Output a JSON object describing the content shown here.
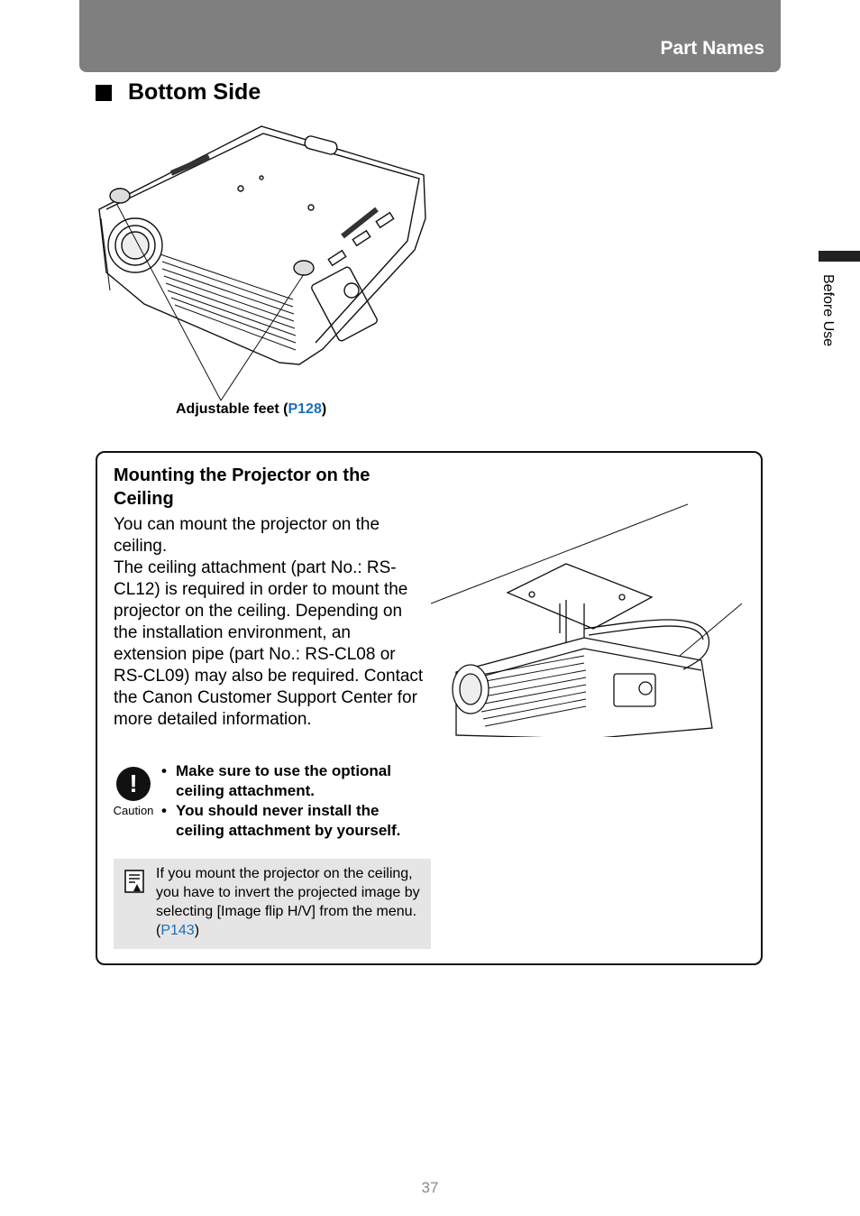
{
  "header": {
    "section_title": "Part Names"
  },
  "side_tab": {
    "label": "Before Use"
  },
  "section": {
    "heading": "Bottom Side",
    "caption_text": "Adjustable feet (",
    "caption_link": "P128",
    "caption_close": ")"
  },
  "note": {
    "title": "Mounting the Projector on the Ceiling",
    "body": "You can mount the projector on the ceiling.\nThe ceiling attachment (part No.: RS-CL12) is required in order to mount the projector on the ceiling. Depending on the installation environment, an extension pipe (part No.: RS-CL08 or RS-CL09) may also be required. Contact the Canon Customer Support Center for more detailed information.",
    "caution_label": "Caution",
    "caution_items": [
      "Make sure to use the optional ceiling attachment.",
      "You should never install the ceiling attachment by yourself."
    ],
    "memo_text": "If you mount the projector on the ceiling, you have to invert the projected image by selecting [Image flip H/V] from the menu. (",
    "memo_link": "P143",
    "memo_close": ")"
  },
  "footer": {
    "page_number": "37"
  },
  "colors": {
    "header_band": "#7f7f7f",
    "link": "#1c6fb8",
    "memo_bg": "#e5e5e5"
  },
  "icons": [
    "caution-icon",
    "memo-icon"
  ]
}
